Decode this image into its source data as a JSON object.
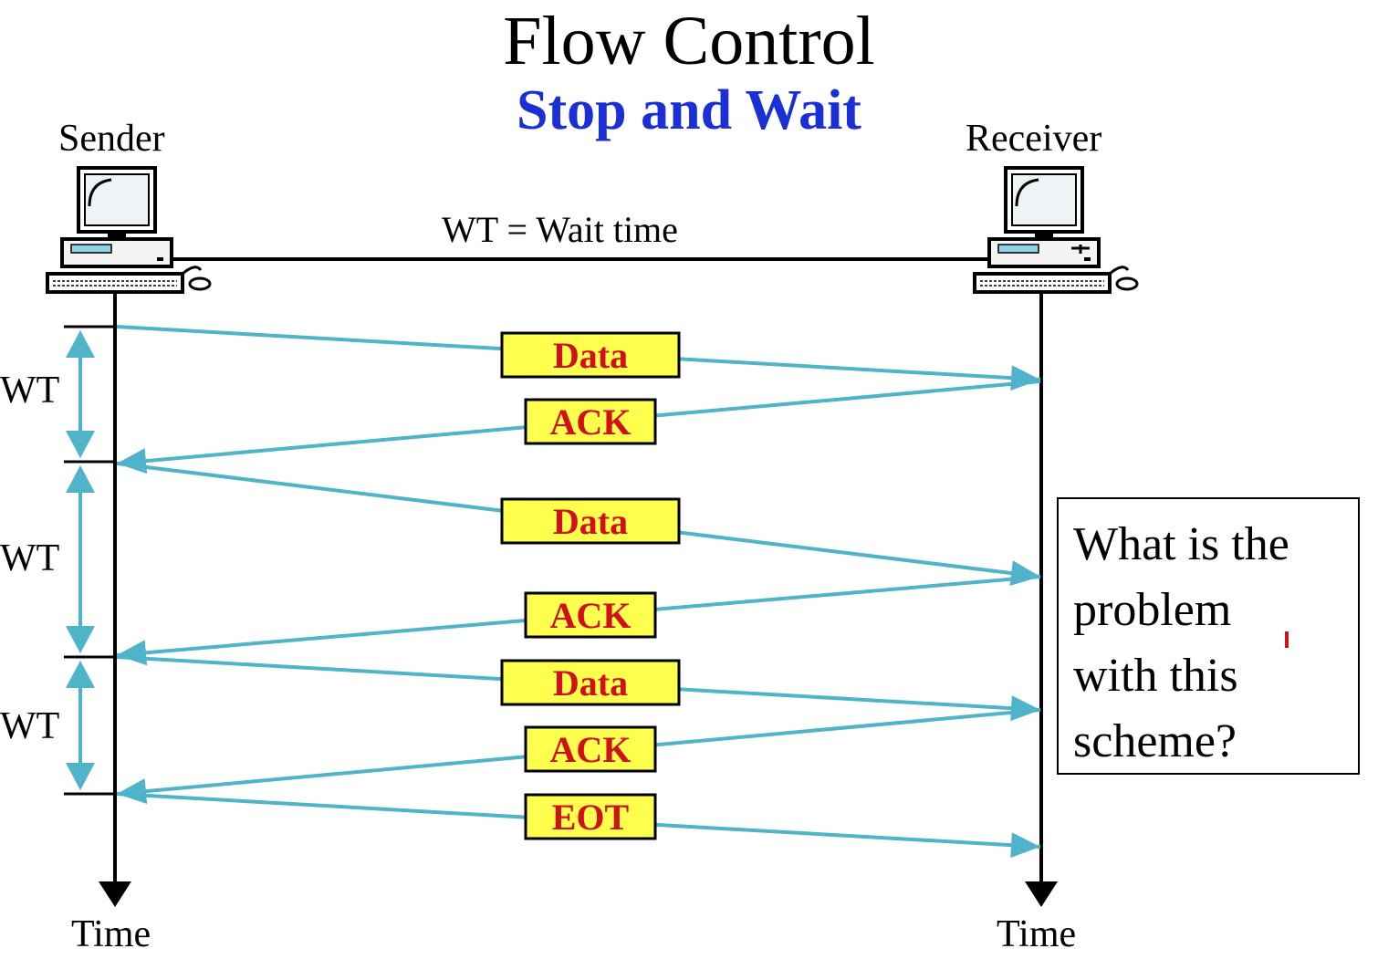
{
  "title": "Flow Control",
  "subtitle": "Stop and Wait",
  "sender_label": "Sender",
  "receiver_label": "Receiver",
  "link_label": "WT = Wait time",
  "wt_labels": [
    "WT",
    "WT",
    "WT"
  ],
  "frames": [
    {
      "label": "Data",
      "direction": "sender-to-receiver"
    },
    {
      "label": "ACK",
      "direction": "receiver-to-sender"
    },
    {
      "label": "Data",
      "direction": "sender-to-receiver"
    },
    {
      "label": "ACK",
      "direction": "receiver-to-sender"
    },
    {
      "label": "Data",
      "direction": "sender-to-receiver"
    },
    {
      "label": "ACK",
      "direction": "receiver-to-sender"
    },
    {
      "label": "EOT",
      "direction": "sender-to-receiver"
    }
  ],
  "time_labels": [
    "Time",
    "Time"
  ],
  "question_lines": [
    "What is the",
    "problem",
    "with this",
    "scheme?"
  ],
  "colors": {
    "title": "#000000",
    "subtitle": "#1a2fd6",
    "arrow": "#4fb3c9",
    "frame_fill": "#ffff4d",
    "frame_text": "#d0101a"
  },
  "icons": [
    "computer-icon",
    "computer-icon"
  ]
}
